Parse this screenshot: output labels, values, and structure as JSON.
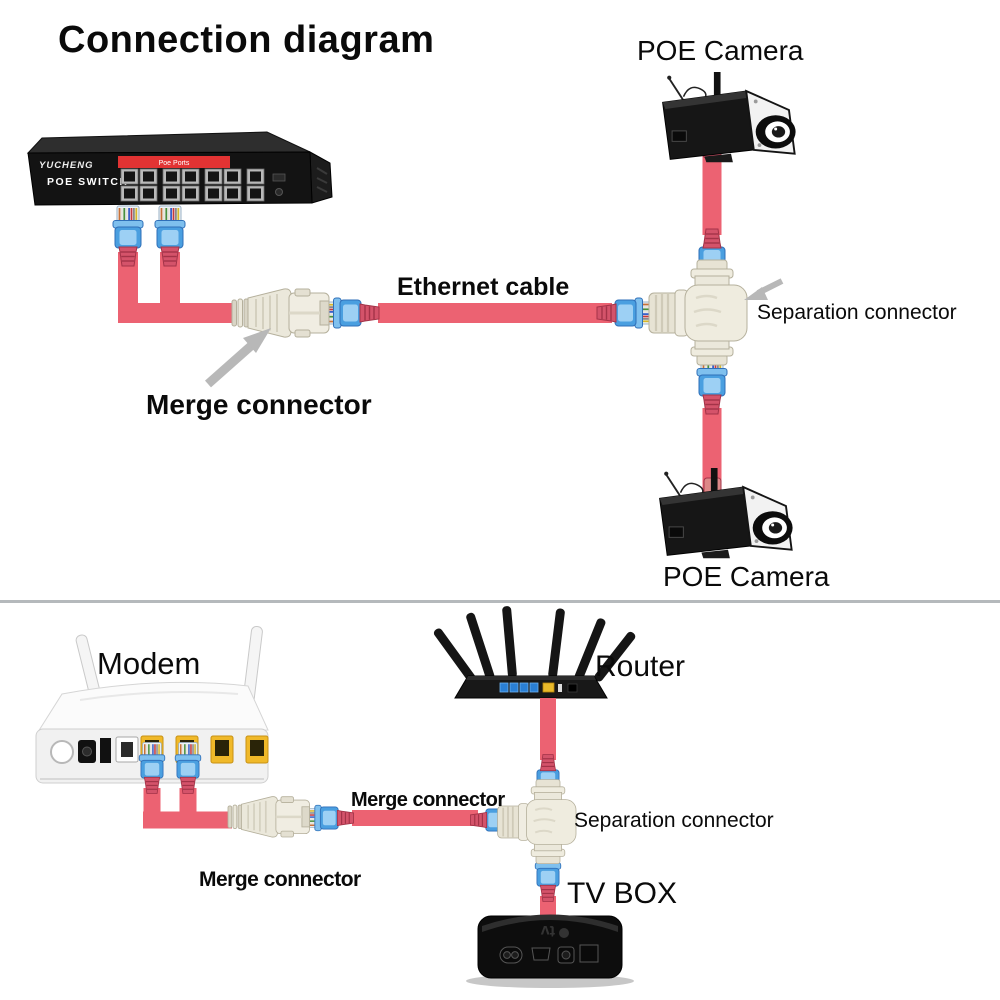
{
  "title": "Connection diagram",
  "top": {
    "switch_brand": "YUCHENG",
    "switch_name": "POE  SWITCH",
    "switch_ports_label": "Poe Ports",
    "camera_top_label": "POE Camera",
    "camera_bottom_label": "POE Camera",
    "ethernet_cable_label": "Ethernet cable",
    "merge_connector_label": "Merge connector",
    "separation_connector_label": "Separation connector"
  },
  "bottom": {
    "modem_label": "Modem",
    "router_label": "Router",
    "merge_connector_inline_label": "Merge connector",
    "merge_connector_below_label": "Merge connector",
    "separation_connector_label": "Separation connector",
    "tv_box_label": "TV BOX"
  },
  "colors": {
    "cable_red": "#ec6272",
    "plug_blue": "#4a9fe0",
    "plug_boot_red": "#d4536a",
    "connector_white": "#efecdf",
    "poe_strip_red": "#e23333",
    "lan_port_yellow": "#f0b929",
    "divider_gray": "#b5b9bc",
    "arrow_gray": "#b8b8b8"
  }
}
